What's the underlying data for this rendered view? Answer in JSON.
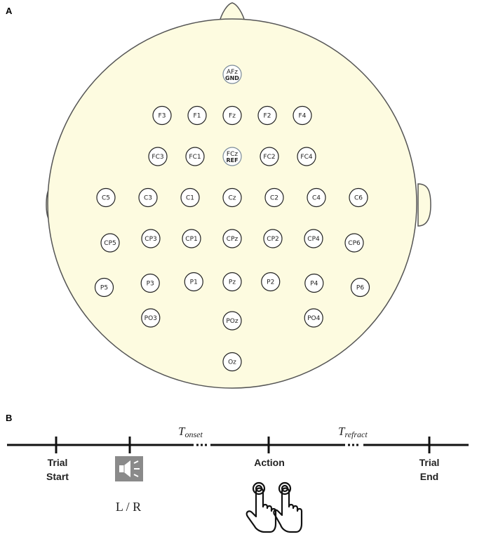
{
  "panels": {
    "a": "A",
    "b": "B"
  },
  "electrodes": [
    {
      "name": "AFz",
      "sub": "GND",
      "row": 0,
      "col": 0
    },
    {
      "name": "F3",
      "row": 1,
      "col": -2
    },
    {
      "name": "F1",
      "row": 1,
      "col": -1
    },
    {
      "name": "Fz",
      "row": 1,
      "col": 0
    },
    {
      "name": "F2",
      "row": 1,
      "col": 1
    },
    {
      "name": "F4",
      "row": 1,
      "col": 2
    },
    {
      "name": "FC3",
      "row": 2,
      "col": -2
    },
    {
      "name": "FC1",
      "row": 2,
      "col": -1
    },
    {
      "name": "FCz",
      "sub": "REF",
      "row": 2,
      "col": 0
    },
    {
      "name": "FC2",
      "row": 2,
      "col": 1
    },
    {
      "name": "FC4",
      "row": 2,
      "col": 2
    },
    {
      "name": "C5",
      "row": 3,
      "col": -3
    },
    {
      "name": "C3",
      "row": 3,
      "col": -2
    },
    {
      "name": "C1",
      "row": 3,
      "col": -1
    },
    {
      "name": "Cz",
      "row": 3,
      "col": 0
    },
    {
      "name": "C2",
      "row": 3,
      "col": 1
    },
    {
      "name": "C4",
      "row": 3,
      "col": 2
    },
    {
      "name": "C6",
      "row": 3,
      "col": 3
    },
    {
      "name": "CP5",
      "row": 4,
      "col": -3
    },
    {
      "name": "CP3",
      "row": 4,
      "col": -2
    },
    {
      "name": "CP1",
      "row": 4,
      "col": -1
    },
    {
      "name": "CPz",
      "row": 4,
      "col": 0
    },
    {
      "name": "CP2",
      "row": 4,
      "col": 1
    },
    {
      "name": "CP4",
      "row": 4,
      "col": 2
    },
    {
      "name": "CP6",
      "row": 4,
      "col": 3
    },
    {
      "name": "P5",
      "row": 5,
      "col": -2.5
    },
    {
      "name": "P3",
      "row": 5,
      "col": -1.6
    },
    {
      "name": "P1",
      "row": 5,
      "col": -0.75
    },
    {
      "name": "Pz",
      "row": 5,
      "col": 0
    },
    {
      "name": "P2",
      "row": 5,
      "col": 0.75
    },
    {
      "name": "P4",
      "row": 5,
      "col": 1.6
    },
    {
      "name": "P6",
      "row": 5,
      "col": 2.5
    },
    {
      "name": "PO3",
      "row": 6,
      "col": -1.4
    },
    {
      "name": "POz",
      "row": 6,
      "col": 0
    },
    {
      "name": "PO4",
      "row": 6,
      "col": 1.4
    },
    {
      "name": "Oz",
      "row": 7,
      "col": 0
    }
  ],
  "timeline": {
    "events": [
      {
        "id": "trial-start",
        "line1": "Trial",
        "line2": "Start"
      },
      {
        "id": "cue",
        "line1": "",
        "line2": ""
      },
      {
        "id": "action",
        "line1": "Action",
        "line2": ""
      },
      {
        "id": "trial-end",
        "line1": "Trial",
        "line2": "End"
      }
    ],
    "intervals": [
      {
        "symbol": "T",
        "sub": "onset"
      },
      {
        "symbol": "T",
        "sub": "refract"
      }
    ],
    "cue_label": "L / R"
  },
  "icons": {
    "cue": "speaker-icon",
    "action": "finger-tap-hands-icon"
  },
  "colors": {
    "head_fill": "#fdfbe0",
    "head_stroke": "#555555",
    "electrode_fill": "#ffffff",
    "timeline": "#111111",
    "speaker": "#8a8a8a"
  }
}
